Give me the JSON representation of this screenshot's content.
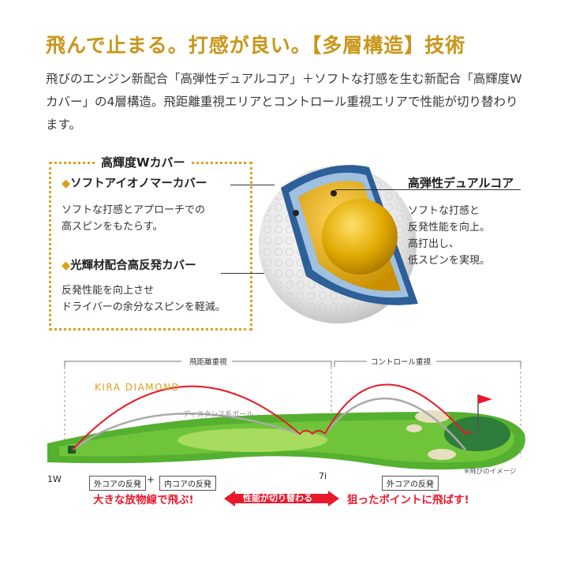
{
  "headline": "飛んで止まる。打感が良い。【多層構造】技術",
  "intro": "飛びのエンジン新配合「高弾性デュアルコア」＋ソフトな打感を生む新配合「高輝度Wカバー」の4層構造。飛距離重視エリアとコントロール重視エリアで性能が切り替わります。",
  "cover": {
    "title": "高輝度Wカバー",
    "item1": {
      "name": "ソフトアイオノマーカバー",
      "desc1": "ソフトな打感とアプローチでの",
      "desc2": "高スピンをもたらす。"
    },
    "item2": {
      "name": "光輝材配合高反発カバー",
      "desc1": "反発性能を向上させ",
      "desc2": "ドライバーの余分なスピンを軽減。"
    }
  },
  "core": {
    "title": "高弾性デュアルコア",
    "desc1": "ソフトな打感と",
    "desc2": "反発性能を向上。",
    "desc3": "高打出し、",
    "desc4": "低スピンを実現。"
  },
  "diagram": {
    "zone_left": "飛距離重視",
    "zone_right": "コントロール重視",
    "brand": "KIRA DIAMOND",
    "comparison": "ディスタンス系ボール",
    "club_left": "1W",
    "club_mid": "7i",
    "box_outer": "外コアの反発",
    "plus": "+",
    "box_inner": "内コアの反発",
    "box_right": "外コアの反発",
    "note": "※飛びのイメージ",
    "slogan_left": "大きな放物線で飛ぶ!",
    "switch": "性能が切り替わる",
    "slogan_right": "狙ったポイントに飛ばす!"
  },
  "colors": {
    "gold": "#d9a21b",
    "red": "#e8192c",
    "green": "#4aa82a",
    "navy": "#1f4e86"
  }
}
